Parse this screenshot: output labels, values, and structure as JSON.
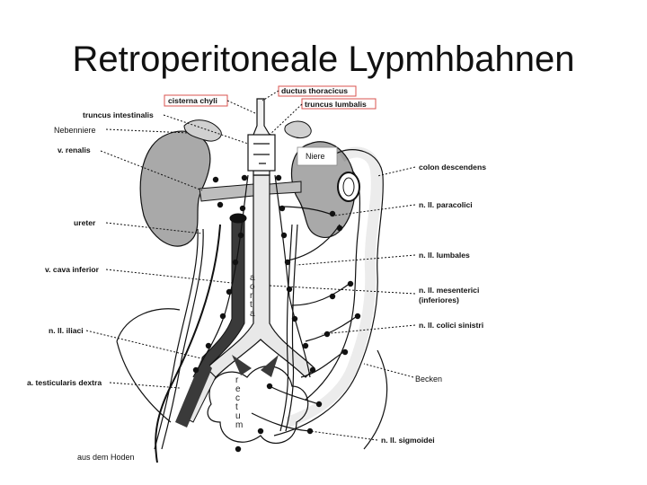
{
  "title": "Retroperitoneale Lypmhbahnen",
  "labels": {
    "ductus_thoracicus": "ductus thoracicus",
    "cisterna_chyli": "cisterna chyli",
    "truncus_lumbalis": "truncus lumbalis",
    "truncus_intestinalis": "truncus intestinalis",
    "nebenniere": "Nebenniere",
    "v_renalis": "v. renalis",
    "niere": "Niere",
    "colon_descendens": "colon descendens",
    "n_paracolici": "n. ll. paracolici",
    "ureter": "ureter",
    "n_lumbales": "n. ll. lumbales",
    "v_cava_inferior": "v. cava inferior",
    "n_mesenterici": "n. ll. mesenterici",
    "n_mesenterici_2": "(inferiores)",
    "n_iliaci": "n. ll. iliaci",
    "n_colici": "n. ll. colici sinistri",
    "becken": "Becken",
    "a_testicularis": "a. testicularis dextra",
    "n_sigmoidei": "n. ll. sigmoidei",
    "aus_dem_hoden": "aus dem Hoden",
    "aorta_vertical": [
      "a",
      "o",
      "r",
      "t",
      "a"
    ],
    "rectum_vertical": [
      "r",
      "e",
      "c",
      "t",
      "u",
      "m"
    ]
  },
  "colors": {
    "highlight_box": "#d9534f",
    "organ_fill": "#a9a9a9",
    "vessel_dark": "#3a3a3a"
  }
}
